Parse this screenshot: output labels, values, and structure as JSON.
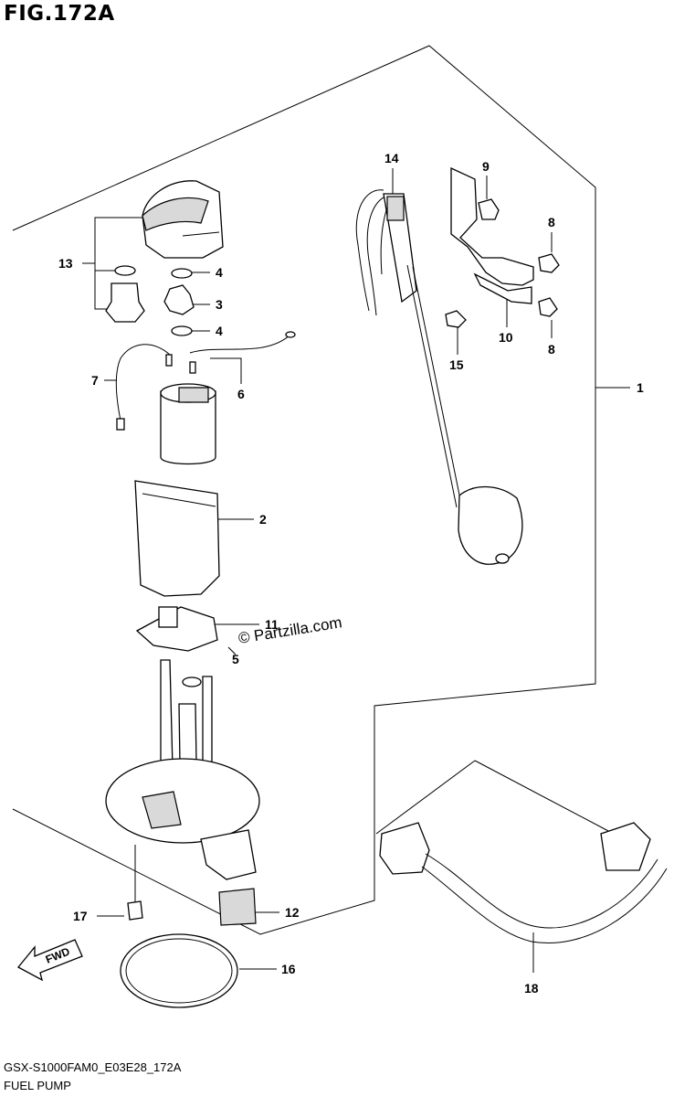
{
  "figure": {
    "title": "FIG.172A",
    "model_code": "GSX-S1000FAM0_E03E28_172A",
    "name": "FUEL PUMP",
    "watermark": "© Partzilla.com",
    "fwd_label": "FWD"
  },
  "callouts": {
    "n1": "1",
    "n2": "2",
    "n3": "3",
    "n4a": "4",
    "n4b": "4",
    "n5": "5",
    "n6": "6",
    "n7": "7",
    "n8a": "8",
    "n8b": "8",
    "n9": "9",
    "n10": "10",
    "n11": "11",
    "n12": "12",
    "n13": "13",
    "n14": "14",
    "n15": "15",
    "n16": "16",
    "n17": "17",
    "n18": "18"
  }
}
